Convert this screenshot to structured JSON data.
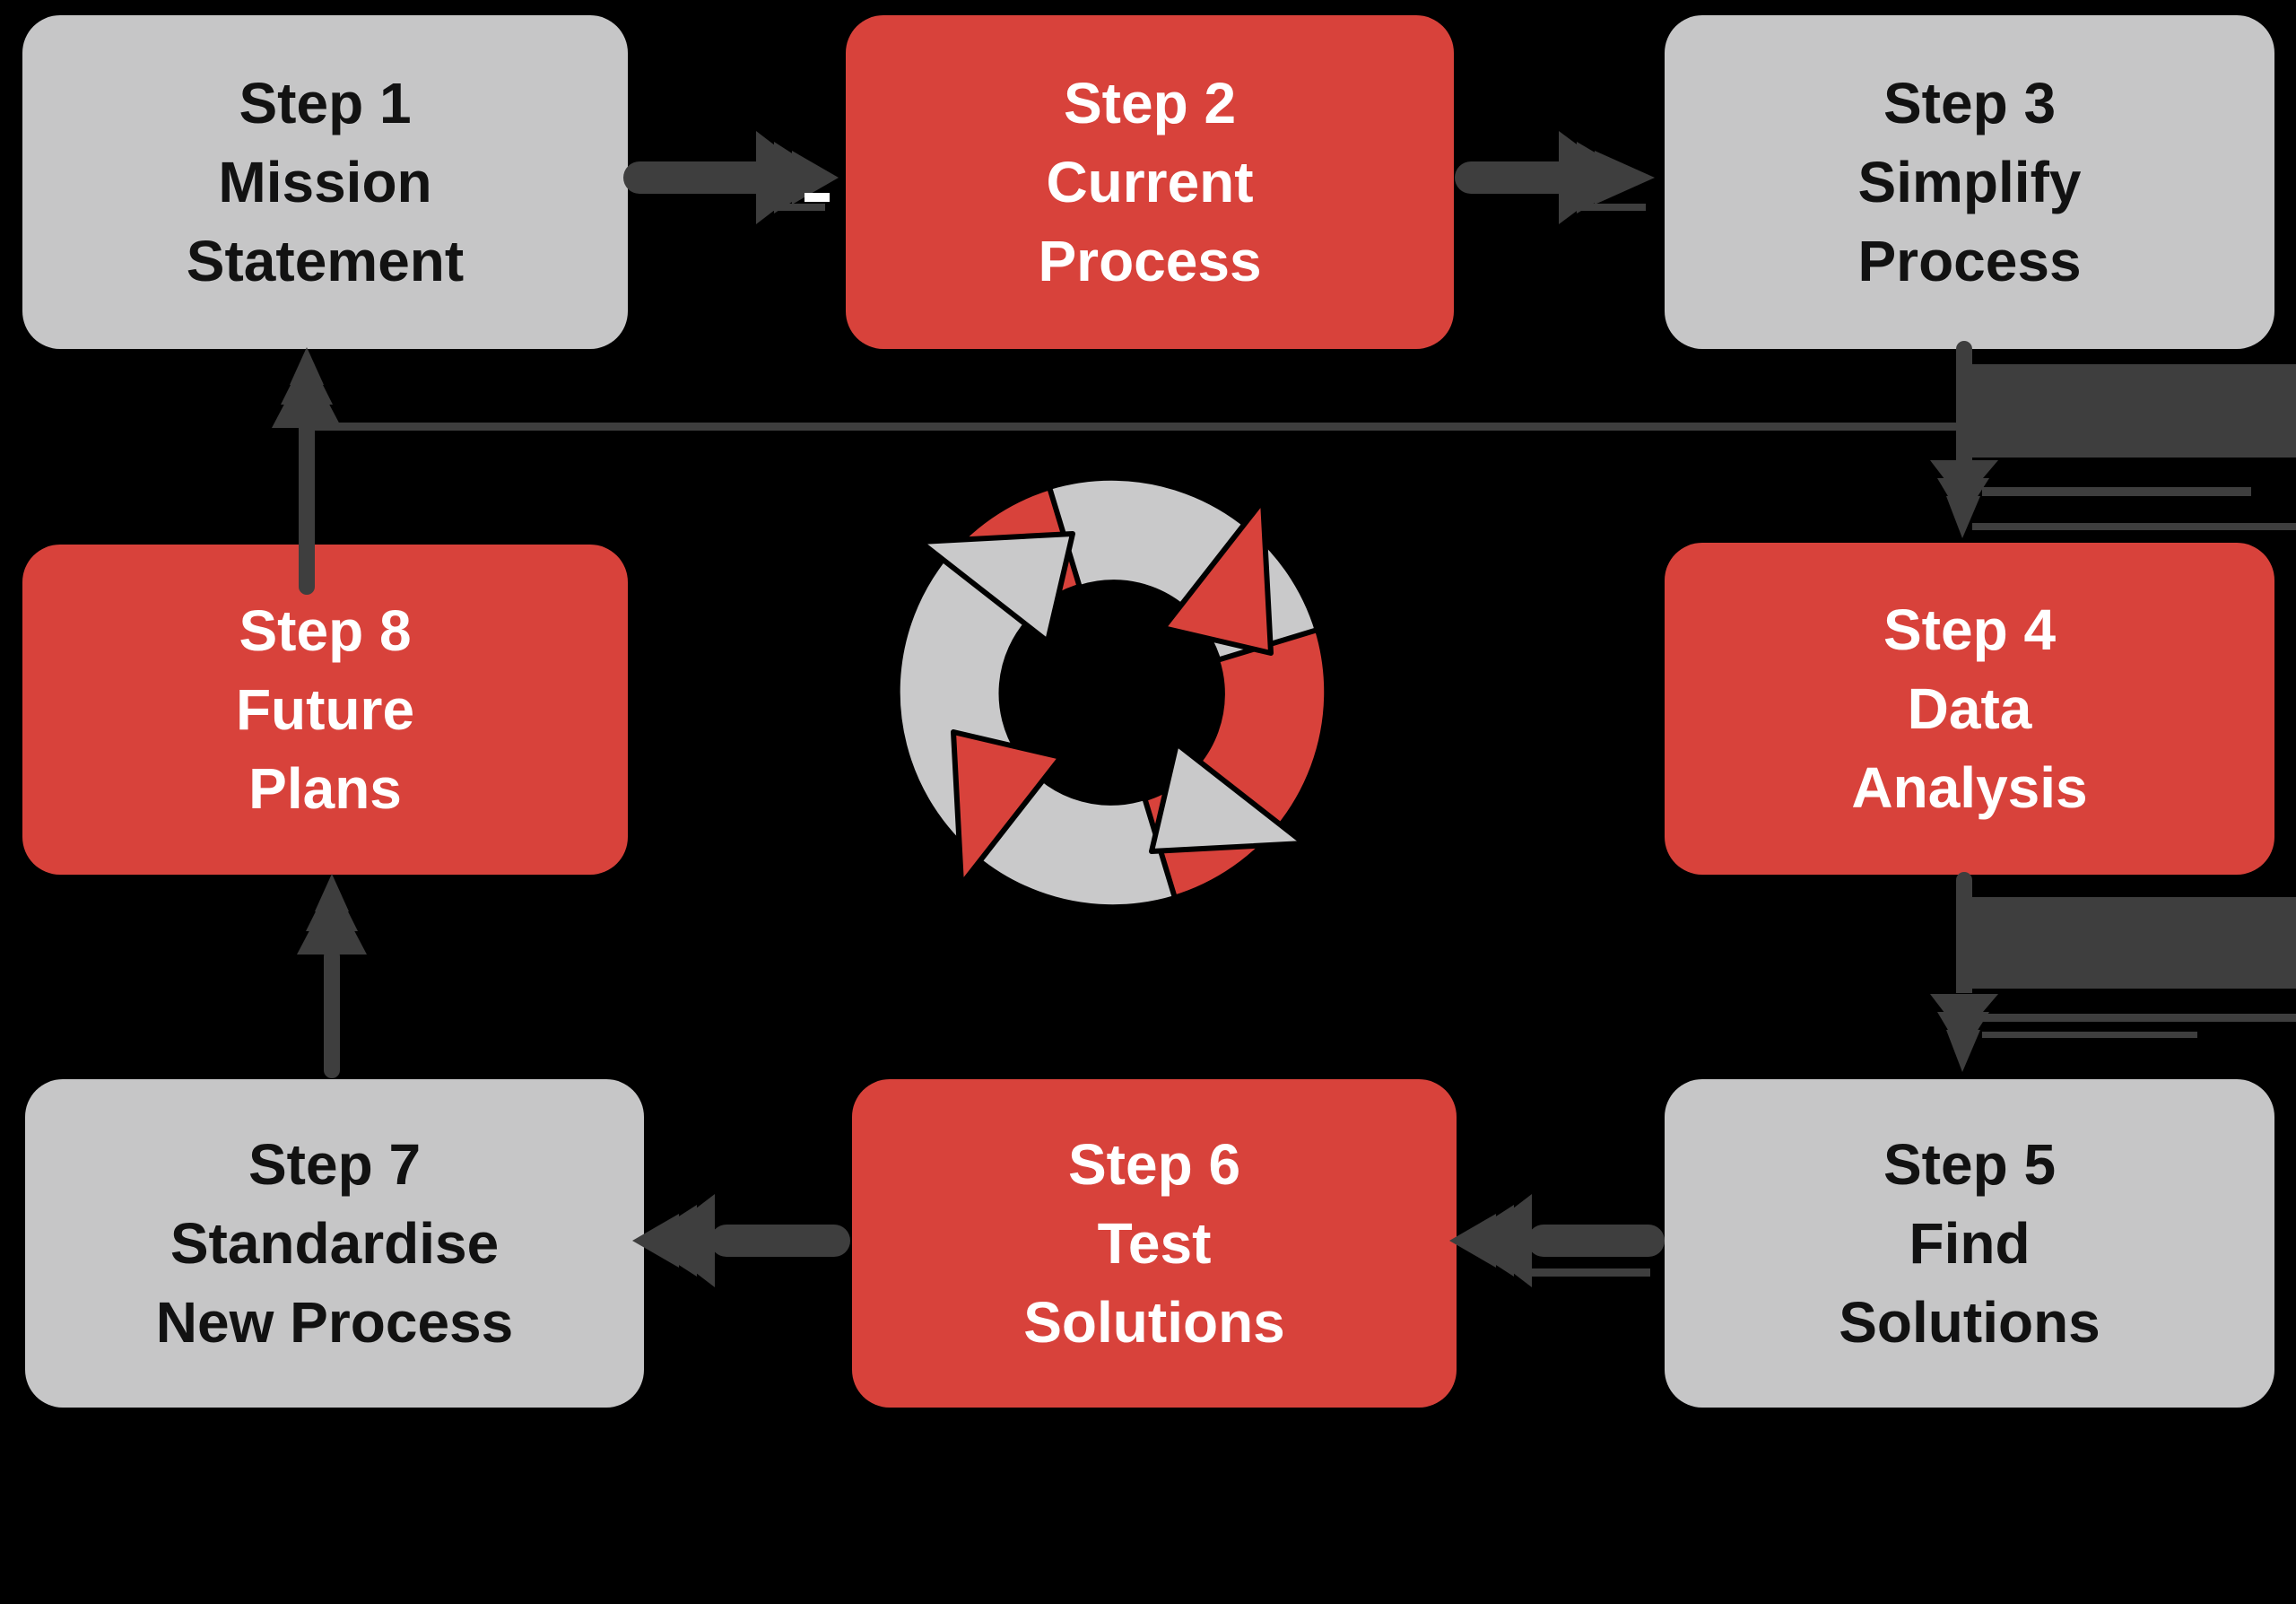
{
  "diagram": {
    "type": "cyclic-process-flow",
    "background": "#000000",
    "steps": [
      {
        "id": 1,
        "label": "Step 1\nMission\nStatement",
        "variant": "gray"
      },
      {
        "id": 2,
        "label": "Step 2\nCurrent\nProcess",
        "variant": "red"
      },
      {
        "id": 3,
        "label": "Step 3\nSimplify\nProcess",
        "variant": "gray"
      },
      {
        "id": 4,
        "label": "Step 4\nData\nAnalysis",
        "variant": "red"
      },
      {
        "id": 5,
        "label": "Step 5\nFind\nSolutions",
        "variant": "gray"
      },
      {
        "id": 6,
        "label": "Step 6\nTest\nSolutions",
        "variant": "red"
      },
      {
        "id": 7,
        "label": "Step 7\nStandardise\nNew Process",
        "variant": "gray"
      },
      {
        "id": 8,
        "label": "Step 8\nFuture\nPlans",
        "variant": "red"
      }
    ],
    "connections": [
      {
        "from": 1,
        "to": 2,
        "direction": "right"
      },
      {
        "from": 2,
        "to": 3,
        "direction": "right"
      },
      {
        "from": 3,
        "to": 4,
        "direction": "down"
      },
      {
        "from": 4,
        "to": 5,
        "direction": "down"
      },
      {
        "from": 5,
        "to": 6,
        "direction": "left"
      },
      {
        "from": 6,
        "to": 7,
        "direction": "left"
      },
      {
        "from": 7,
        "to": 8,
        "direction": "up"
      },
      {
        "from": 8,
        "to": 1,
        "direction": "up"
      },
      {
        "from": 3,
        "to": 1,
        "direction": "feedback-line-left"
      }
    ],
    "center_icon": "cycle-arrows-icon"
  },
  "colors": {
    "background": "#000000",
    "red": "#d8423b",
    "box_gray": "#c6c6c7",
    "arrow_charcoal": "#3e3e3e",
    "icon_gray": "#c9c9ca",
    "icon_outline": "#000000",
    "text_on_red": "#ffffff",
    "text_on_gray": "#121212",
    "white_dash": "#ffffff"
  }
}
